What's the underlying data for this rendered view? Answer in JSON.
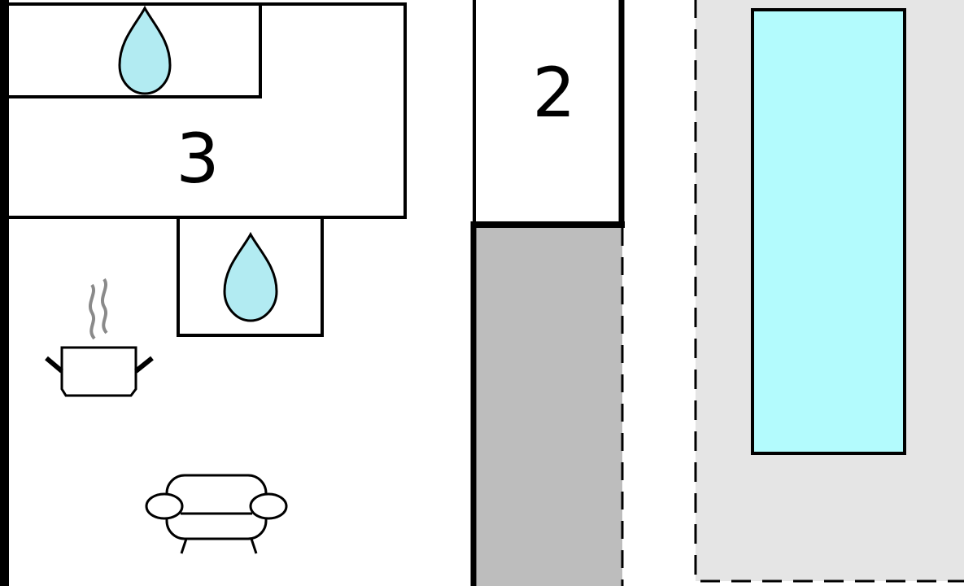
{
  "floorplan": {
    "rooms": [
      {
        "id": "room-3",
        "label": "3"
      },
      {
        "id": "room-2",
        "label": "2"
      }
    ],
    "icons": [
      {
        "name": "water-drop-icon",
        "room": "3"
      },
      {
        "name": "water-drop-icon",
        "room": "3"
      },
      {
        "name": "cooking-pot-icon"
      },
      {
        "name": "sofa-icon"
      }
    ],
    "areas": [
      {
        "name": "terrace",
        "kind": "covered"
      },
      {
        "name": "swimming-pool",
        "kind": "pool"
      }
    ]
  },
  "colors": {
    "wall": "#000000",
    "water": "#b2ebf2",
    "pool": "#b3fbfd",
    "terrace": "#bdbdbd",
    "pool_surround": "#e5e5e5",
    "steam": "#8a8a8a"
  }
}
